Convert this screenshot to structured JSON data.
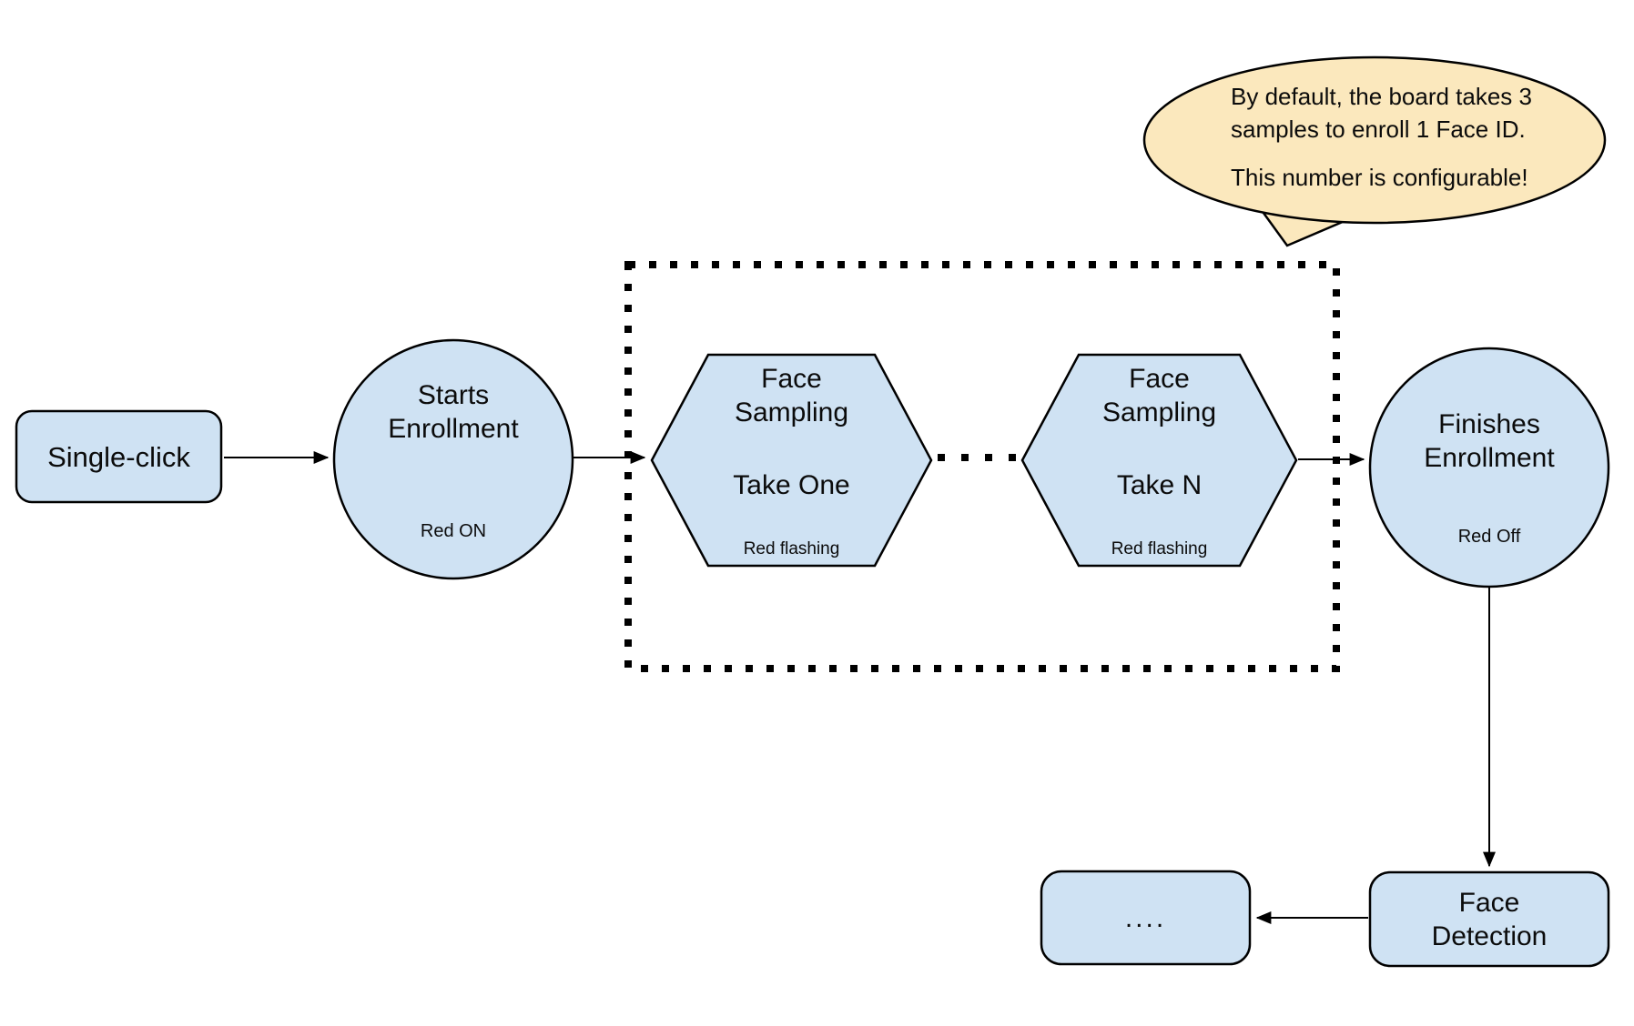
{
  "nodes": {
    "single_click": {
      "label": "Single-click"
    },
    "starts_enrollment": {
      "title": "Starts\nEnrollment",
      "status": "Red ON"
    },
    "sample_one": {
      "title": "Face\nSampling",
      "step": "Take One",
      "status": "Red flashing"
    },
    "sample_n": {
      "title": "Face\nSampling",
      "step": "Take N",
      "status": "Red flashing"
    },
    "finishes_enrollment": {
      "title": "Finishes\nEnrollment",
      "status": "Red Off"
    },
    "face_detection": {
      "label": "Face\nDetection"
    },
    "continuation": {
      "label": "...."
    }
  },
  "callout": {
    "paragraph1": "By default, the board takes 3\nsamples to enroll 1 Face ID.",
    "paragraph2": "This number is configurable!"
  },
  "colors": {
    "node_fill": "#cfe2f3",
    "node_border": "#000000",
    "callout_fill": "#fbe8bd",
    "arrow": "#000000"
  }
}
